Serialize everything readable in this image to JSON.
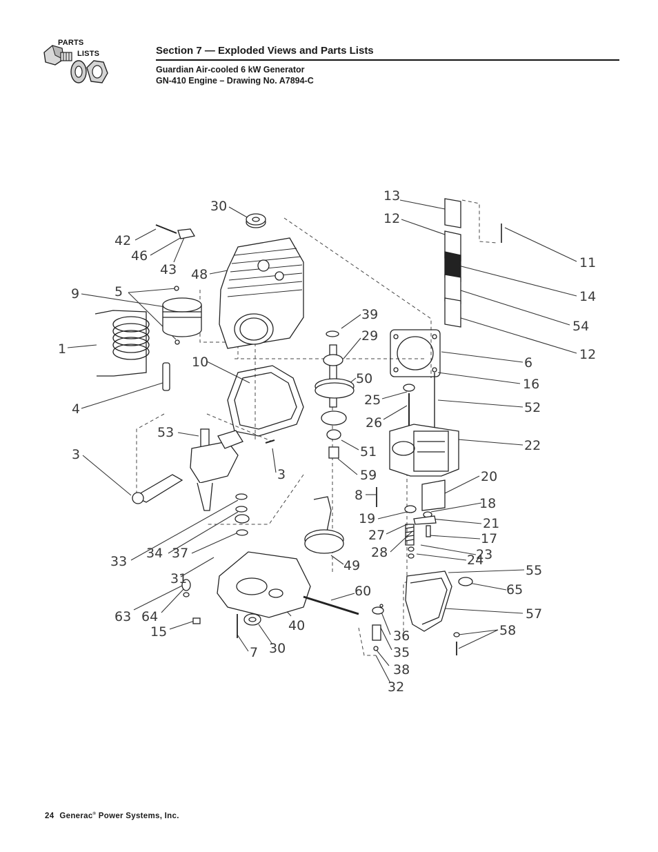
{
  "logo": {
    "line1": "PARTS",
    "line2": "LISTS",
    "icon": "bolt-nut-washer-icon"
  },
  "header": {
    "section": "Section 7 — Exploded Views and Parts Lists",
    "product": "Guardian Air-cooled 6 kW Generator",
    "drawing": "GN-410 Engine – Drawing No. A7894-C"
  },
  "callouts": {
    "c30a": "30",
    "c13": "13",
    "c12a": "12",
    "c42": "42",
    "c46": "46",
    "c43": "43",
    "c11": "11",
    "c48": "48",
    "c9": "9",
    "c5": "5",
    "c14": "14",
    "c54": "54",
    "c39": "39",
    "c29": "29",
    "c1": "1",
    "c12b": "12",
    "c10": "10",
    "c6": "6",
    "c50": "50",
    "c16": "16",
    "c4": "4",
    "c25": "25",
    "c52": "52",
    "c26": "26",
    "c53": "53",
    "c22": "22",
    "c3a": "3",
    "c51": "51",
    "c3b": "3",
    "c59": "59",
    "c20": "20",
    "c8": "8",
    "c18": "18",
    "c19": "19",
    "c21": "21",
    "c27": "27",
    "c17": "17",
    "c33": "33",
    "c34": "34",
    "c37": "37",
    "c28": "28",
    "c23": "23",
    "c24": "24",
    "c49": "49",
    "c31": "31",
    "c55": "55",
    "c65": "65",
    "c60": "60",
    "c63": "63",
    "c64": "64",
    "c57": "57",
    "c15": "15",
    "c40": "40",
    "c36": "36",
    "c58": "58",
    "c7": "7",
    "c30b": "30",
    "c35": "35",
    "c38": "38",
    "c32": "32"
  },
  "footer": {
    "page": "24",
    "company": "Generac",
    "reg": "®",
    "rest": " Power Systems, Inc."
  }
}
